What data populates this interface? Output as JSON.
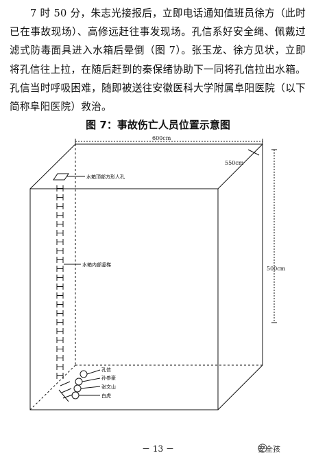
{
  "body_text": {
    "paragraph": "7 时 50 分，朱志光接报后，立即电话通知值班员徐方（此时已在事故现场）、高修远赶往事发现场。孔信系好安全绳、佩戴过滤式防毒面具进入水箱后晕倒（图 7）。张玉龙、徐方见状，立即将孔信往上拉，在随后赶到的秦保绪协助下一同将孔信拉出水箱。孔信当时呼吸困难，随即被送往安徽医科大学附属阜阳医院（以下简称阜阳医院）救治。"
  },
  "figure": {
    "caption": "图 7：事故伤亡人员位置示意图",
    "dim_width": "600cm",
    "dim_depth": "550cm",
    "dim_height": "500cm",
    "label_hatch": "水箱顶部方形人孔",
    "label_ladder": "水箱内部竖梯",
    "persons": [
      "孔信",
      "孙参豪",
      "张文山",
      "白虎"
    ]
  },
  "footer": {
    "page_number": "－ 13 －",
    "watermark": "安全孩"
  }
}
